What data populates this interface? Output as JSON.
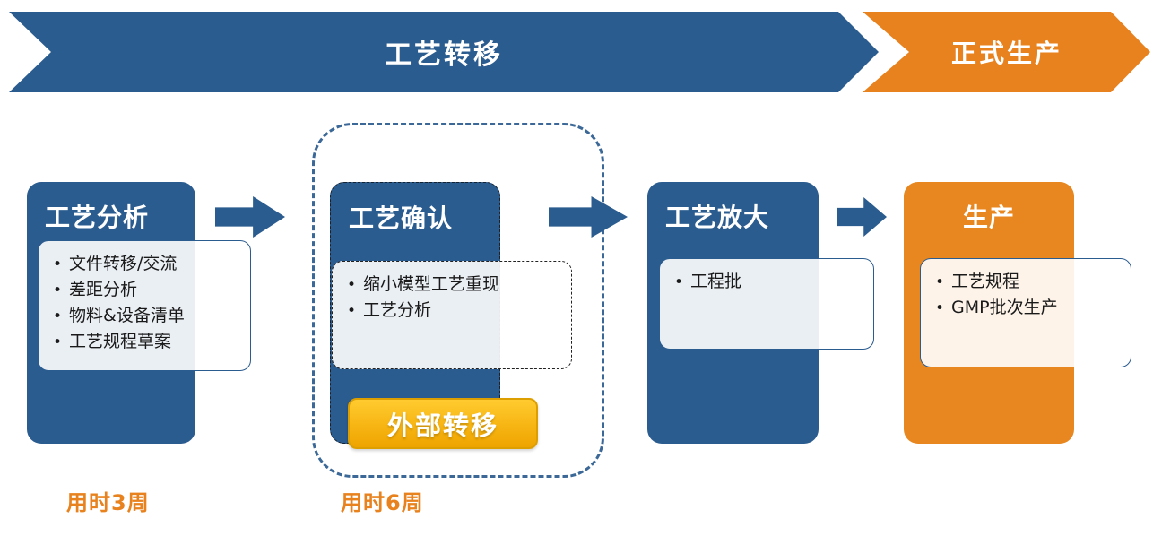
{
  "banner": {
    "process_transfer": "工艺转移",
    "formal_production": "正式生产"
  },
  "stages": [
    {
      "title": "工艺分析",
      "items": [
        "文件转移/交流",
        "差距分析",
        "物料&设备清单",
        "工艺规程草案"
      ],
      "duration": "用时3周"
    },
    {
      "title": "工艺确认",
      "items": [
        "缩小模型工艺重现",
        "工艺分析"
      ],
      "duration": "用时6周",
      "badge": "外部转移"
    },
    {
      "title": "工艺放大",
      "items": [
        "工程批"
      ]
    },
    {
      "title": "生产",
      "items": [
        "工艺规程",
        "GMP批次生产"
      ]
    }
  ],
  "colors": {
    "primary_blue": "#2B5C8F",
    "accent_orange": "#E8821E",
    "stage_orange": "#E8871F",
    "badge_gold": "#F7B513",
    "panel_tint": "rgba(255,255,255,0.9)"
  }
}
